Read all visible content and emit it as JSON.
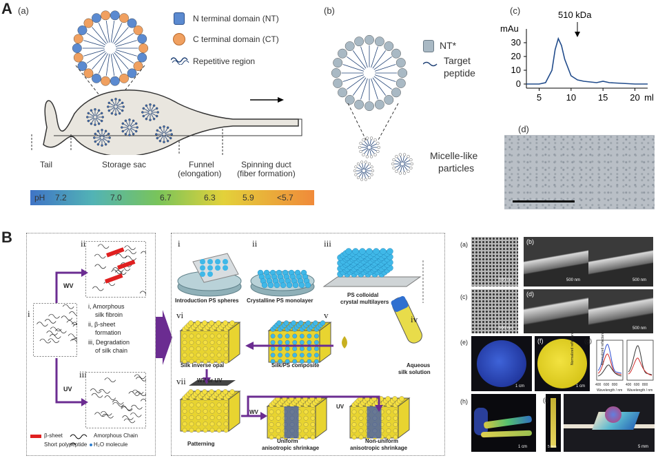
{
  "panelA": {
    "letter": "A",
    "a": {
      "label": "(a)",
      "legend": [
        "N terminal domain (NT)",
        "C terminal domain (CT)",
        "Repetitive region"
      ],
      "regions": [
        "Tail",
        "Storage sac",
        "Funnel",
        "(elongation)",
        "Spinning duct",
        "(fiber formation)"
      ],
      "ph_label": "pH",
      "ph_values": [
        "7.2",
        "7.0",
        "6.7",
        "6.3",
        "5.9",
        "<5.7"
      ]
    },
    "b": {
      "label": "(b)",
      "legend": [
        "NT*",
        "Target",
        "peptide"
      ],
      "particles": [
        "Micelle-like",
        "particles"
      ]
    },
    "c": {
      "label": "(c)",
      "ylabel": "mAu",
      "peak": "510 kDa",
      "yticks": [
        "30",
        "20",
        "10",
        "0"
      ],
      "xticks": [
        "5",
        "10",
        "15",
        "20",
        "ml"
      ]
    },
    "d": {
      "label": "(d)"
    }
  },
  "panelB": {
    "letter": "B",
    "left": {
      "numerals": [
        "i",
        "ii",
        "iii"
      ],
      "arrows": [
        "WV",
        "UV"
      ],
      "notes": [
        "i, Amorphous",
        "silk fibroin",
        "ii, β-sheet",
        "formation",
        "iii, Degradation",
        "of silk chain"
      ],
      "legend": [
        "β-sheet",
        "Amorphous Chain",
        "Short polypeptide",
        "H₂O molecule"
      ]
    },
    "middle": {
      "numerals": [
        "i",
        "ii",
        "iii",
        "iv",
        "v",
        "vi",
        "vii"
      ],
      "captions": [
        "Introduction PS  spheres",
        "Crystalline PS monolayer",
        "PS colloidal",
        "crystal multilayers",
        "Aqueous",
        "silk solution",
        "Silk/PS composite",
        "Silk inverse opal",
        "WV or UV",
        "Patterning",
        "WV",
        "UV",
        "Uniform",
        "anisotropic shrinkage",
        "Non-uniform",
        "anisotropic shrinkage"
      ]
    },
    "right": {
      "labels": [
        "(a)",
        "(b)",
        "(c)",
        "(d)",
        "(e)",
        "(f)",
        "(g)",
        "(h)",
        "(i)"
      ],
      "scales": [
        "500 nm",
        "500 nm",
        "500 nm",
        "500 nm",
        "500 nm",
        "1 cm",
        "1 cm",
        "1 cm",
        "5 mm",
        "5 mm"
      ],
      "g_axes": [
        "Normalized reflectance",
        "Normalized reflectance",
        "Wavelength / nm",
        "Wavelength / nm"
      ],
      "g_ticks": [
        "400",
        "600",
        "800",
        "400",
        "600",
        "800"
      ]
    }
  },
  "chart_data": {
    "type": "line",
    "title": "",
    "xlabel": "ml",
    "ylabel": "mAu",
    "x": [
      3,
      5,
      6,
      7,
      7.5,
      8,
      8.5,
      9,
      10,
      11,
      12,
      14,
      15,
      16,
      18,
      20,
      22
    ],
    "series": [
      {
        "values": [
          0,
          0,
          1,
          10,
          25,
          33,
          28,
          18,
          6,
          3,
          2,
          1,
          2,
          1,
          0.5,
          0,
          0
        ]
      }
    ],
    "ylim": [
      -3,
      37
    ],
    "xlim": [
      3,
      22
    ],
    "annotation": "510 kDa"
  }
}
